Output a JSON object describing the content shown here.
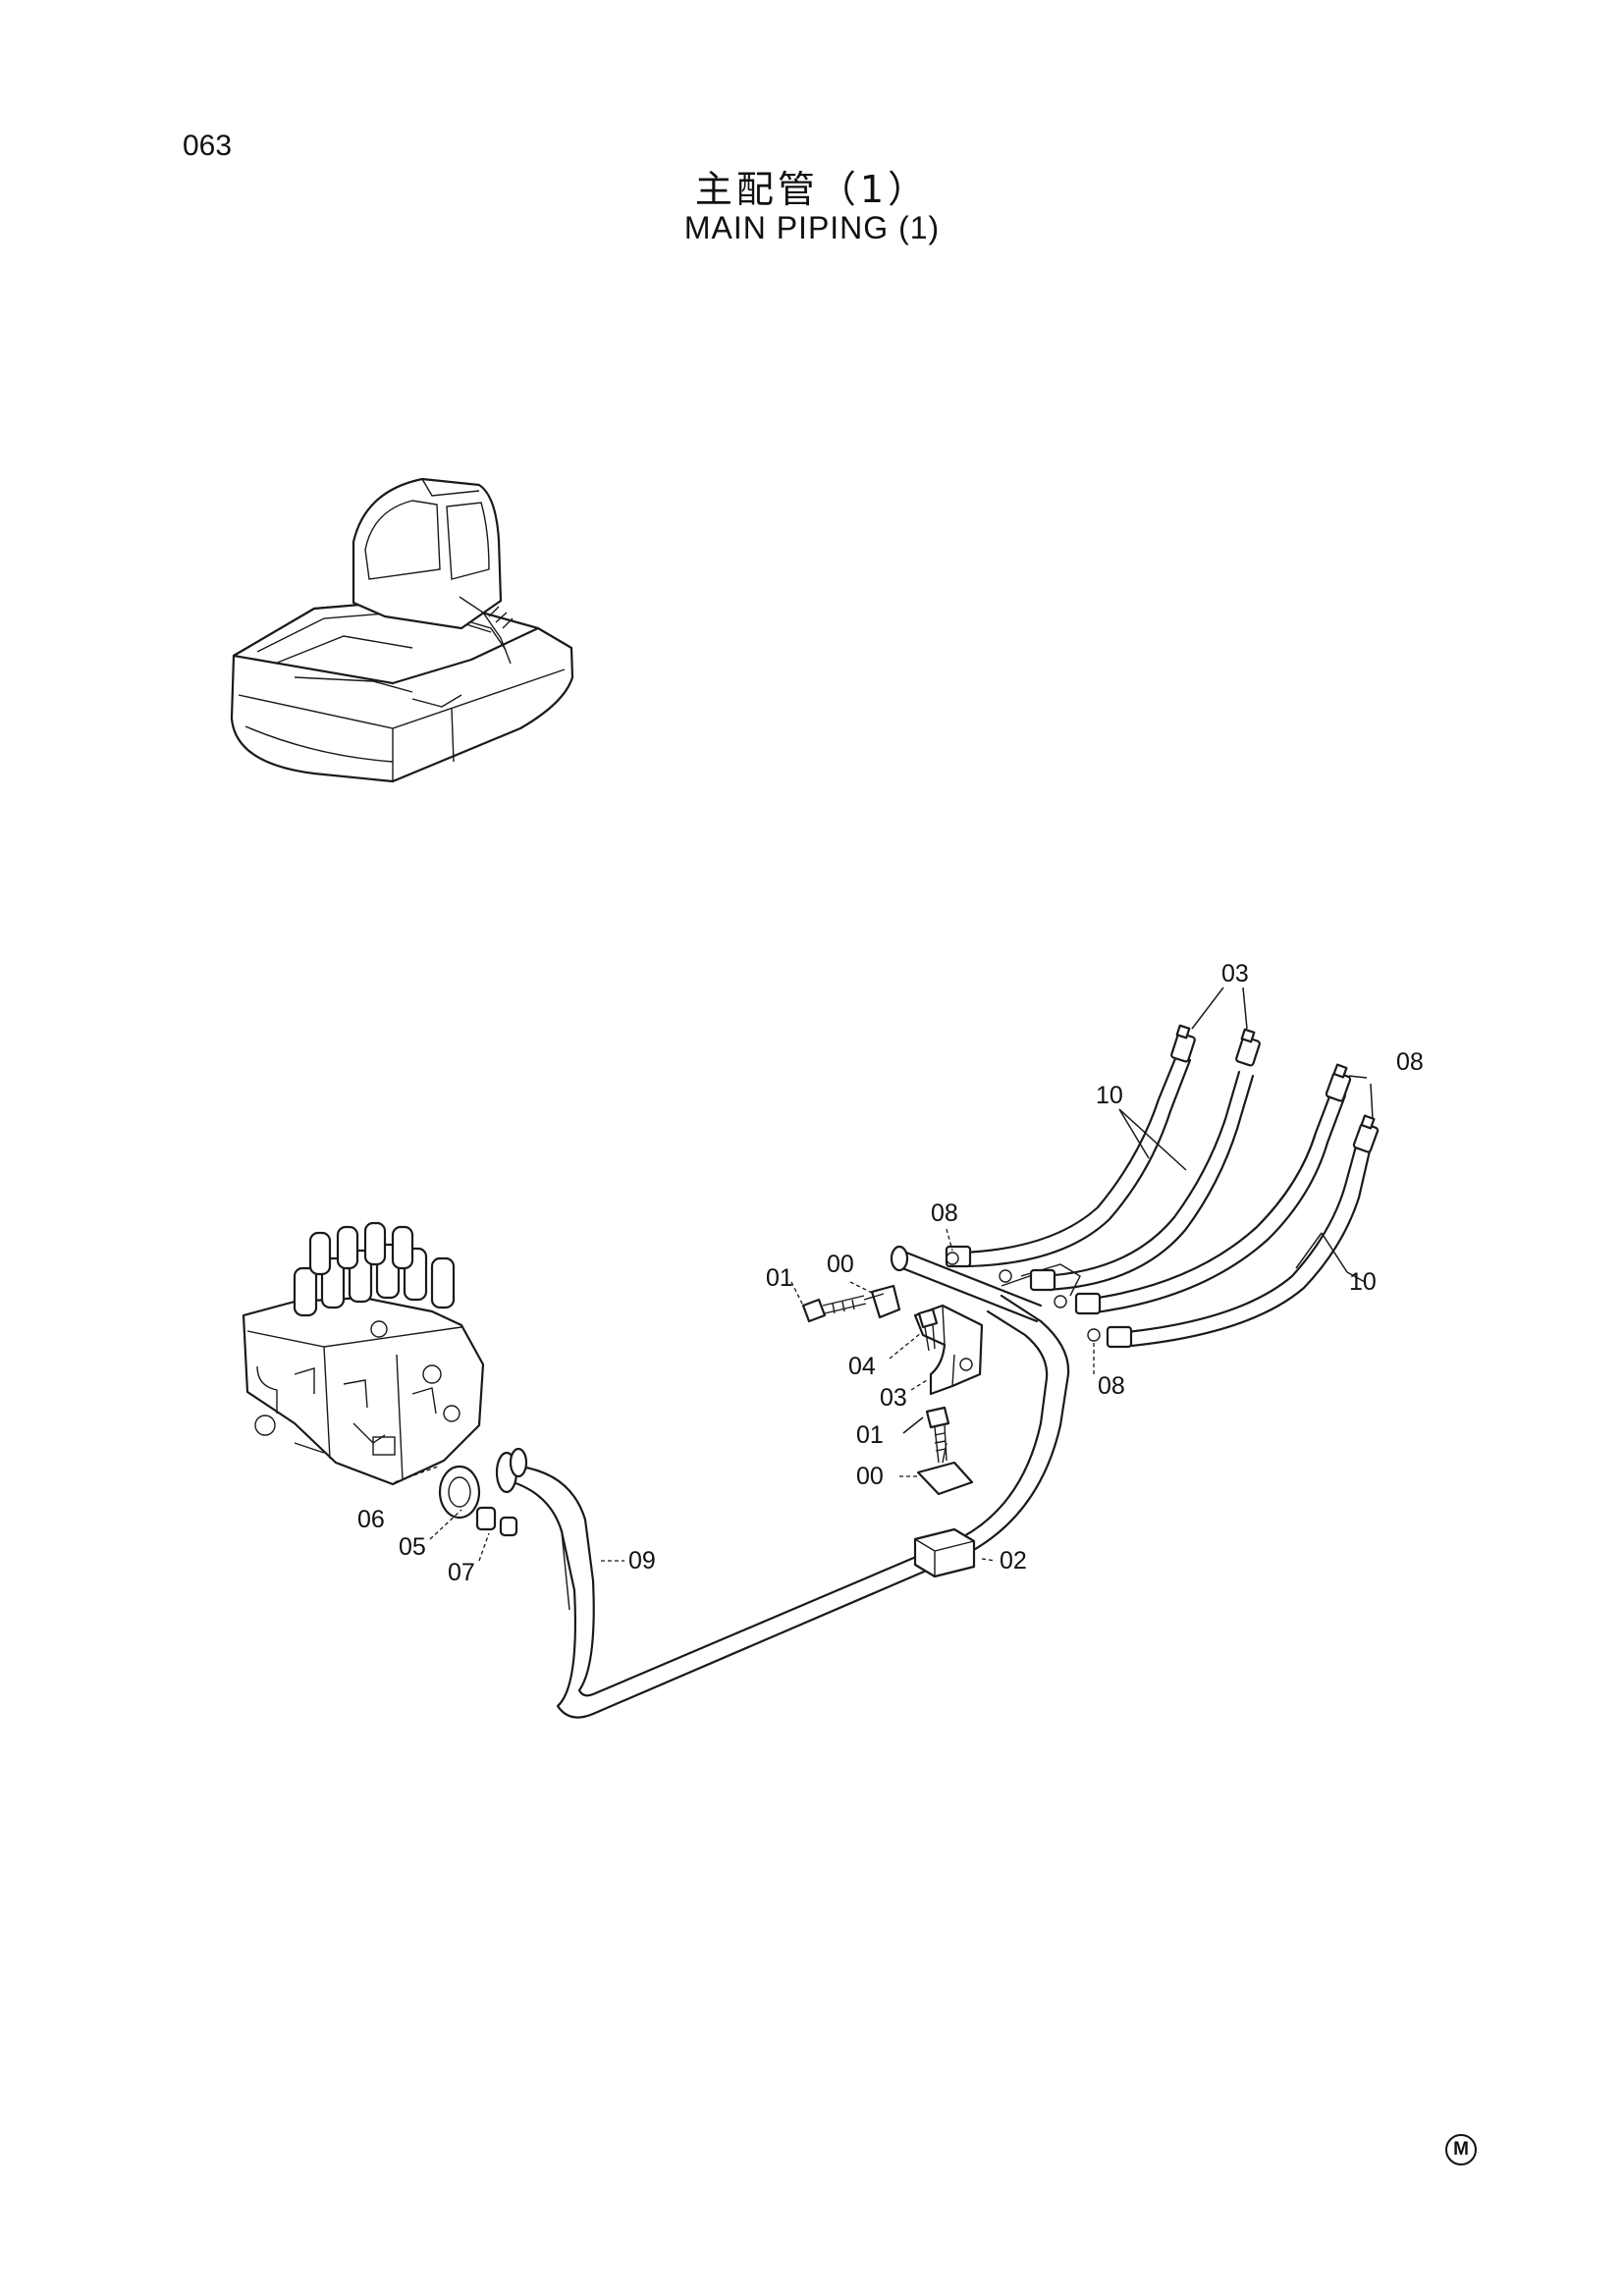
{
  "page": {
    "number": "063"
  },
  "title": {
    "jp": "主配管（1）",
    "en": "MAIN PIPING (1)"
  },
  "callouts": {
    "c03_top": "03",
    "c08_top": "08",
    "c10_left": "10",
    "c08_mid": "08",
    "c01_top": "01",
    "c00_top": "00",
    "c10_right": "10",
    "c04": "04",
    "c03_mid": "03",
    "c08_low": "08",
    "c01_low": "01",
    "c00_low": "00",
    "c02": "02",
    "c06": "06",
    "c05": "05",
    "c07": "07",
    "c09": "09"
  },
  "footer": {
    "mark": "M"
  }
}
